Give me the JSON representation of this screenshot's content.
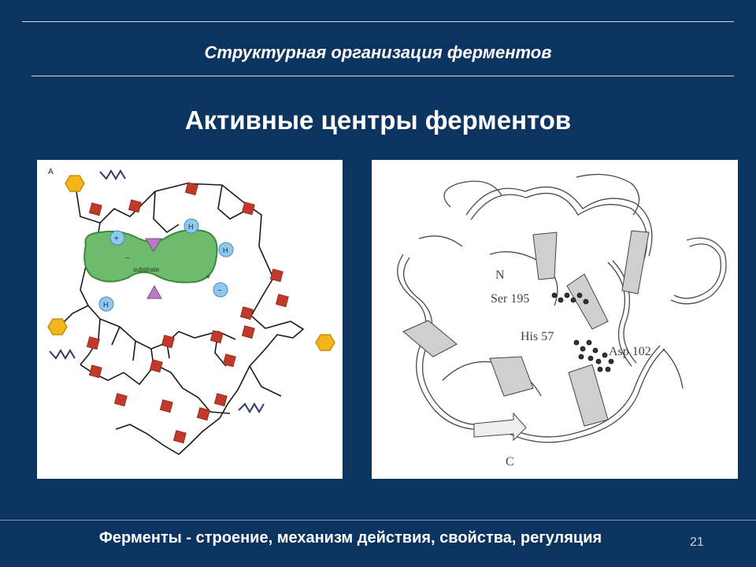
{
  "header": {
    "title": "Структурная организация ферментов"
  },
  "slide": {
    "title": "Активные центры ферментов"
  },
  "figure_left": {
    "panel_label": "A",
    "substrate_label": "substrate",
    "h_label": "H",
    "plus_label": "+",
    "minus_label": "−"
  },
  "figure_right": {
    "label_n": "N",
    "label_c": "C",
    "label_ser": "Ser 195",
    "label_his": "His 57",
    "label_asp": "Asp 102"
  },
  "footer": {
    "text": "Ферменты - строение, механизм действия, свойства, регуляция",
    "page": "21"
  },
  "colors": {
    "background": "#0b3460",
    "residue": "#c0392b",
    "substrate": "#6dbb6d",
    "ion": "#8fc9ee",
    "triangle": "#b87bc4",
    "hexagon": "#f2b51b"
  }
}
